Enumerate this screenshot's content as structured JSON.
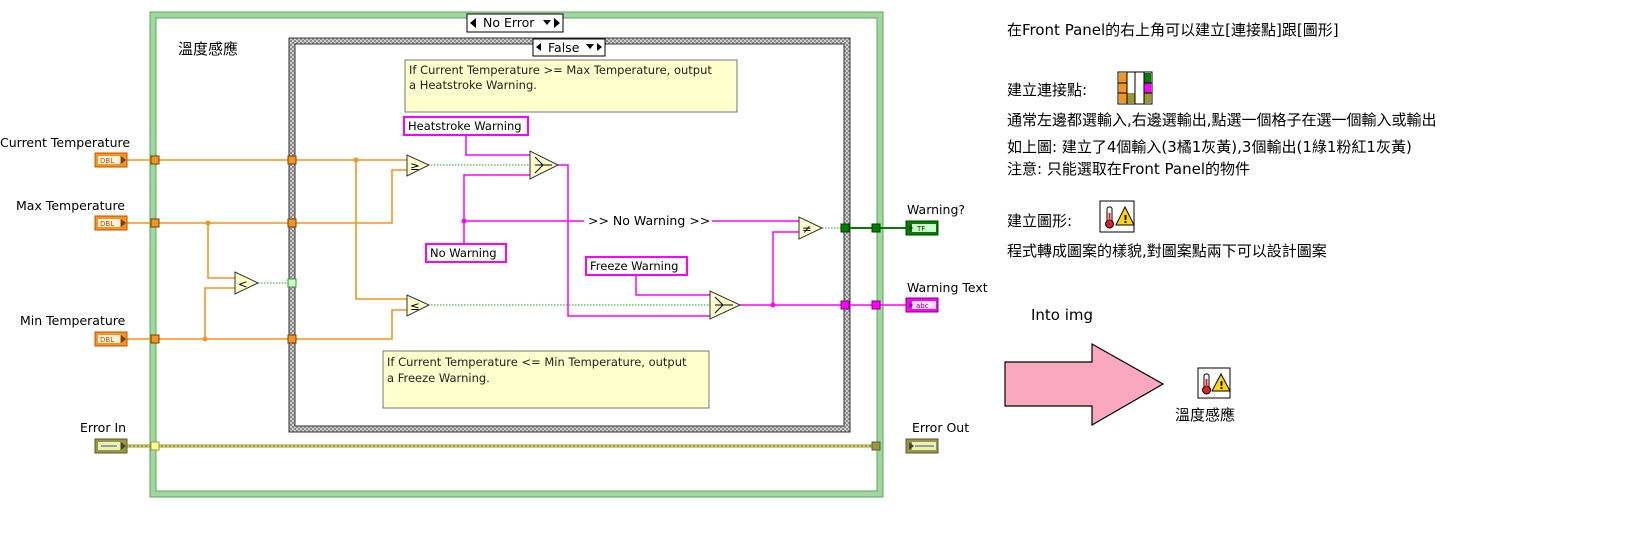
{
  "structure": {
    "outer_case_selector": "No Error",
    "outer_case_title": "溫度感應",
    "inner_case_selector": "False"
  },
  "inputs": [
    {
      "label": "Current Temperature",
      "type": "DBL"
    },
    {
      "label": "Max Temperature",
      "type": "DBL"
    },
    {
      "label": "Min Temperature",
      "type": "DBL"
    },
    {
      "label": "Error In",
      "type": "cluster"
    }
  ],
  "outputs": [
    {
      "label": "Warning?",
      "type": "TF"
    },
    {
      "label": "Warning Text",
      "type": "abc"
    },
    {
      "label": "Error Out",
      "type": "cluster"
    }
  ],
  "comments": {
    "max_line1": "If Current Temperature >= Max Temperature, output",
    "max_line2": "a Heatstroke Warning.",
    "min_line1": "If Current Temperature <= Min Temperature, output",
    "min_line2": "a Freeze Warning."
  },
  "constants": {
    "heatstroke": "Heatstroke Warning",
    "no_warning": "No Warning",
    "freeze": "Freeze Warning",
    "no_warning_wire": ">> No Warning >>"
  },
  "notes": {
    "line1": "在Front  Panel的右上角可以建立[連接點]跟[圖形]",
    "connector_label": "建立連接點:",
    "line2": "通常左邊都選輸入,右邊選輸出,點選一個格子在選一個輸入或輸出",
    "line3": "如上圖:  建立了4個輸入(3橘1灰黃),3個輸出(1綠1粉紅1灰黃)",
    "line4": "注意:  只能選取在Front  Panel的物件",
    "icon_label": "建立圖形:",
    "line5": "程式轉成圖案的樣貌,對圖案點兩下可以設計圖案",
    "into_img": "Into  img",
    "result_label": "溫度感應"
  },
  "colors": {
    "numeric_wire": "#f7941d",
    "string_wire": "#ff00ff",
    "boolean_wire": "#008000",
    "error_wire": "#9a9a30",
    "outer_frame": "#7fc97f",
    "comment_bg": "#ffffcc",
    "arrow_fill": "#f9a8c0"
  }
}
